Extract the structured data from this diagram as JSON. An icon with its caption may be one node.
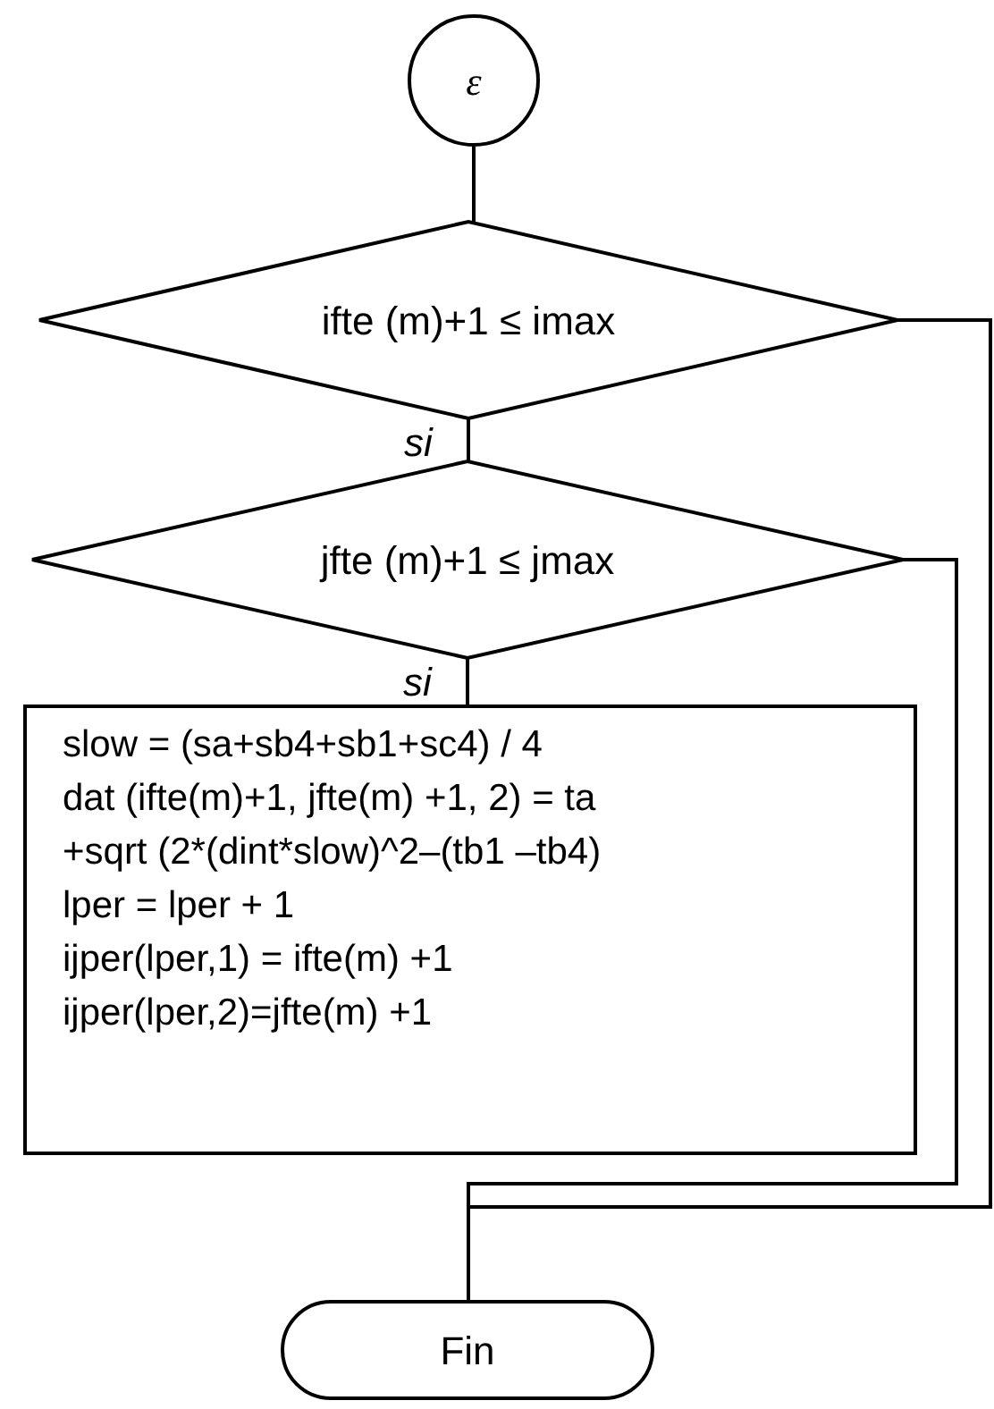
{
  "diagram": {
    "nodes": [
      {
        "text": [
          "ε"
        ]
      },
      {
        "text": [
          "ifte (m)+1 ≤ imax"
        ]
      },
      {
        "text": [
          "jfte (m)+1 ≤ jmax"
        ]
      },
      {
        "text": [
          "slow = (sa+sb4+sb1+sc4) / 4",
          "dat (ifte(m)+1, jfte(m) +1, 2) = ta",
          "+sqrt (2*(dint*slow)^2–(tb1 –tb4)",
          "lper = lper + 1",
          "ijper(lper,1) = ifte(m) +1",
          "ijper(lper,2)=jfte(m) +1"
        ]
      },
      {
        "text": [
          "Fin"
        ]
      }
    ],
    "edges": [
      {
        "from": 0,
        "to": 1,
        "arrow": "none"
      },
      {
        "from": 1,
        "to": 2,
        "arrow": "none",
        "label": "si"
      },
      {
        "from": 2,
        "to": 3,
        "arrow": "none",
        "label": "si"
      },
      {
        "from": 1,
        "to": 4,
        "arrow": "none"
      },
      {
        "from": 2,
        "to": 4,
        "arrow": "none"
      }
    ]
  }
}
